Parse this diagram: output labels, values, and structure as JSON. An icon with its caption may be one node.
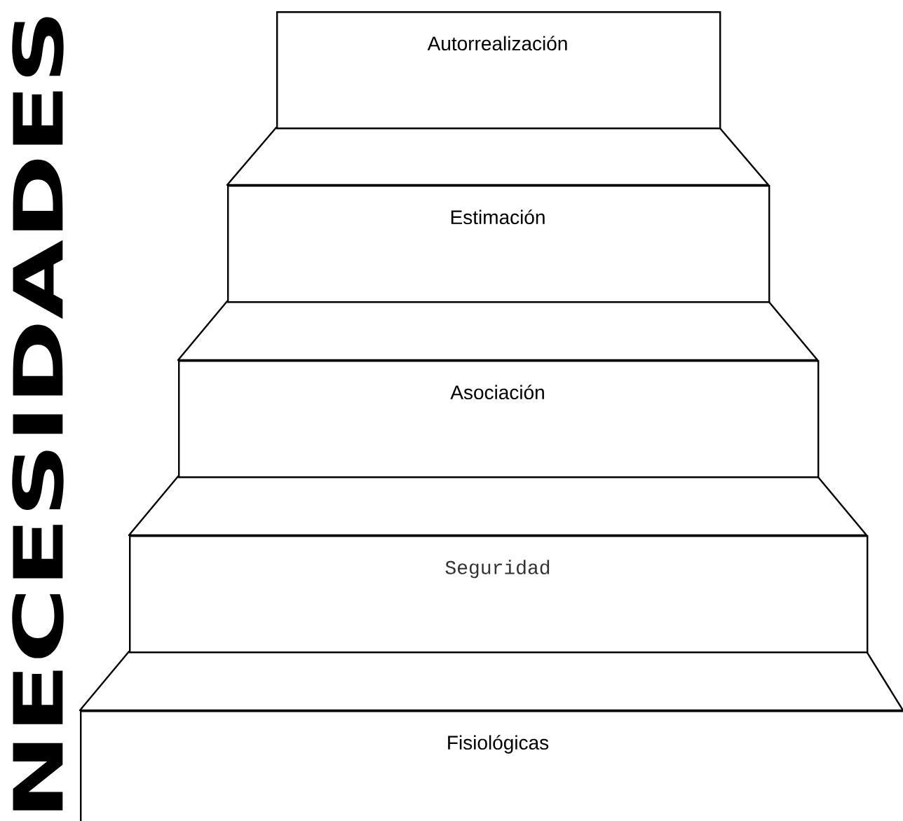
{
  "diagram": {
    "nodes": [
      {
        "text": [
          "Autorrealización"
        ]
      },
      {
        "text": [
          "Estimación"
        ]
      },
      {
        "text": [
          "Asociación"
        ]
      },
      {
        "text": [
          "Seguridad"
        ]
      },
      {
        "text": [
          "Fisiológicas"
        ]
      }
    ],
    "labels": [
      "NECESIDADES"
    ]
  }
}
